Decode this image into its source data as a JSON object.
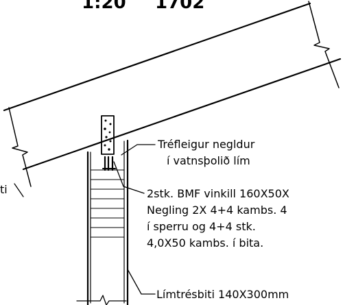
{
  "header": {
    "scale": "1:20",
    "number": "1702"
  },
  "labels": {
    "wedge_line1": "Tréfleigur negldur",
    "wedge_line2": "í vatnsþolið lím",
    "bracket_line1": "2stk. BMF vinkill 160X50X",
    "bracket_line2": "Negling 2X 4+4 kambs. 4",
    "bracket_line3": "í sperru og 4+4 stk.",
    "bracket_line4": "4,0X50 kambs. í bita.",
    "beam": "Límtrésbiti 140X300mm",
    "left_fragment": "ti"
  }
}
